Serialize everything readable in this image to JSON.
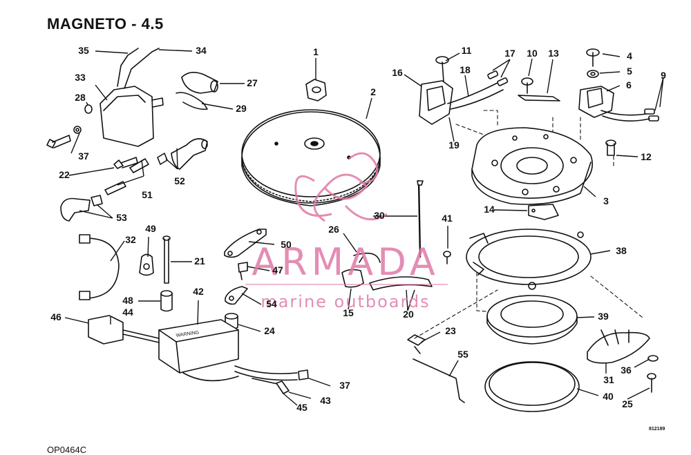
{
  "title": "MAGNETO - 4.5",
  "drawing_code": "OP0464C",
  "small_code": "812189",
  "watermark": {
    "brand": "ARMADA",
    "tagline": "marine outboards",
    "color": "#e07aa8"
  },
  "callouts": [
    "1",
    "2",
    "3",
    "4",
    "5",
    "6",
    "9",
    "10",
    "11",
    "12",
    "13",
    "14",
    "15",
    "16",
    "17",
    "18",
    "19",
    "20",
    "21",
    "22",
    "23",
    "24",
    "25",
    "26",
    "27",
    "28",
    "29",
    "30",
    "31",
    "32",
    "33",
    "34",
    "35",
    "36",
    "37",
    "37",
    "38",
    "39",
    "40",
    "41",
    "42",
    "43",
    "44",
    "45",
    "46",
    "47",
    "48",
    "49",
    "50",
    "51",
    "52",
    "53",
    "54",
    "55"
  ]
}
